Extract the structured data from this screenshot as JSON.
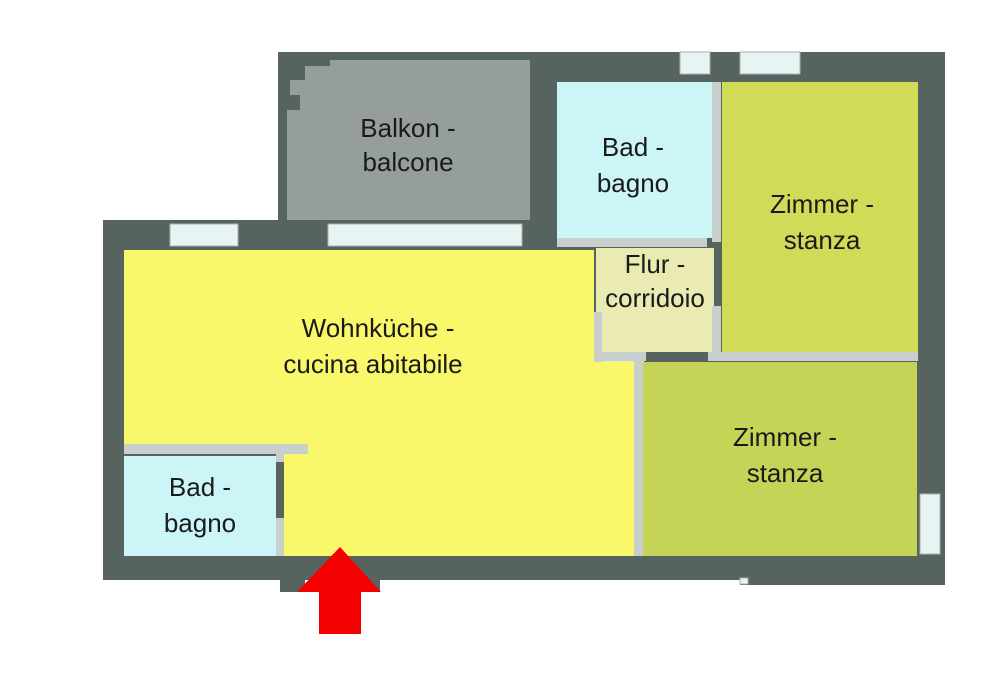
{
  "rooms": {
    "balcony": {
      "line1": "Balkon -",
      "line2": "balcone",
      "color": "#969e9b"
    },
    "bath_top": {
      "line1": "Bad -",
      "line2": "bagno",
      "color": "#ccf5f8"
    },
    "room_top": {
      "line1": "Zimmer -",
      "line2": "stanza",
      "color": "#d0dc57"
    },
    "hall": {
      "line1": "Flur -",
      "line2": "corridoio",
      "color": "#e9ebb2"
    },
    "kitchen": {
      "line1": "Wohnküche -",
      "line2": "cucina abitabile",
      "color": "#f9f76a"
    },
    "room_bottom": {
      "line1": "Zimmer -",
      "line2": "stanza",
      "color": "#c5d456"
    },
    "bath_bottom": {
      "line1": "Bad -",
      "line2": "bagno",
      "color": "#ccf5f8"
    }
  },
  "colors": {
    "wall": "#56635f",
    "partition": "#c9cfcc",
    "window": "#e8f4f4",
    "entrance_arrow": "#f50000"
  },
  "icons": {
    "entrance": "entrance-arrow-icon"
  }
}
